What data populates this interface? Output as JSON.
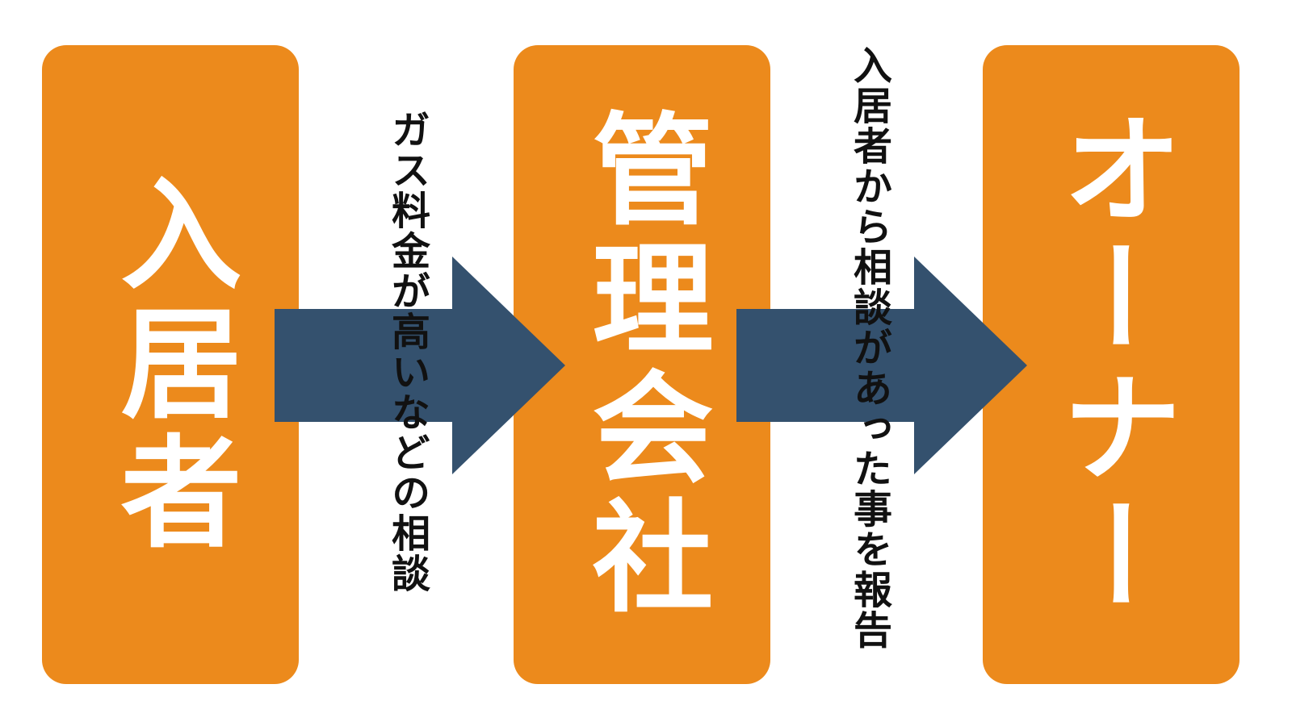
{
  "colors": {
    "box_fill": "#EC8A1C",
    "arrow_fill": "#34516E",
    "box_text": "#FFFFFF",
    "edge_text": "#111111"
  },
  "nodes": [
    {
      "label": "入居者"
    },
    {
      "label": "管理会社"
    },
    {
      "label": "オーナー"
    }
  ],
  "edges": [
    {
      "label": "ガス料金が高いなどの相談"
    },
    {
      "label": "入居者から相談があった事を報告"
    }
  ]
}
